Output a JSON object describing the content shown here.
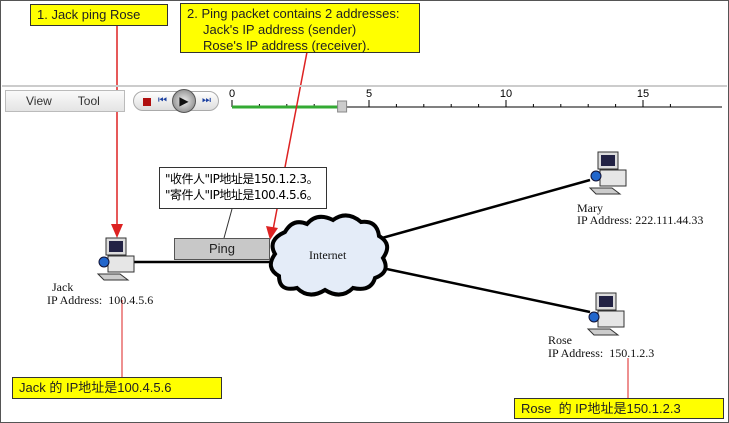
{
  "notes": {
    "step1": "1. Jack ping Rose",
    "step2_line1": "2. Ping packet contains 2 addresses:",
    "step2_line2": "Jack's IP address (sender)",
    "step2_line3": "Rose's IP address (receiver).",
    "jack_cn": "Jack 的 IP地址是100.4.5.6",
    "rose_cn": "Rose  的 IP地址是150.1.2.3"
  },
  "menu": {
    "view": "View",
    "tool": "Tool"
  },
  "player": {
    "buttons": [
      "stop-icon",
      "skip-back-icon",
      "play-icon",
      "skip-forward-icon"
    ]
  },
  "timeline": {
    "ticks": [
      "0",
      "5",
      "10",
      "15"
    ],
    "min": 0,
    "max": 16,
    "progress": 4.0
  },
  "packet_info": {
    "line1": "\"收件人\"IP地址是150.1.2.3。",
    "line2": "\"寄件人\"IP地址是100.4.5.6。"
  },
  "packet": {
    "label": "Ping"
  },
  "cloud": {
    "label": "Internet"
  },
  "hosts": [
    {
      "name": "Jack",
      "ip": "IP Address:  100.4.5.6"
    },
    {
      "name": "Mary",
      "ip": "IP Address: 222.111.44.33"
    },
    {
      "name": "Rose",
      "ip": "IP Address:  150.1.2.3"
    }
  ],
  "colors": {
    "note": "#ffff00",
    "progress": "#33aa33",
    "arrow": "#dd2222",
    "cloud": "#e4ecf8"
  }
}
